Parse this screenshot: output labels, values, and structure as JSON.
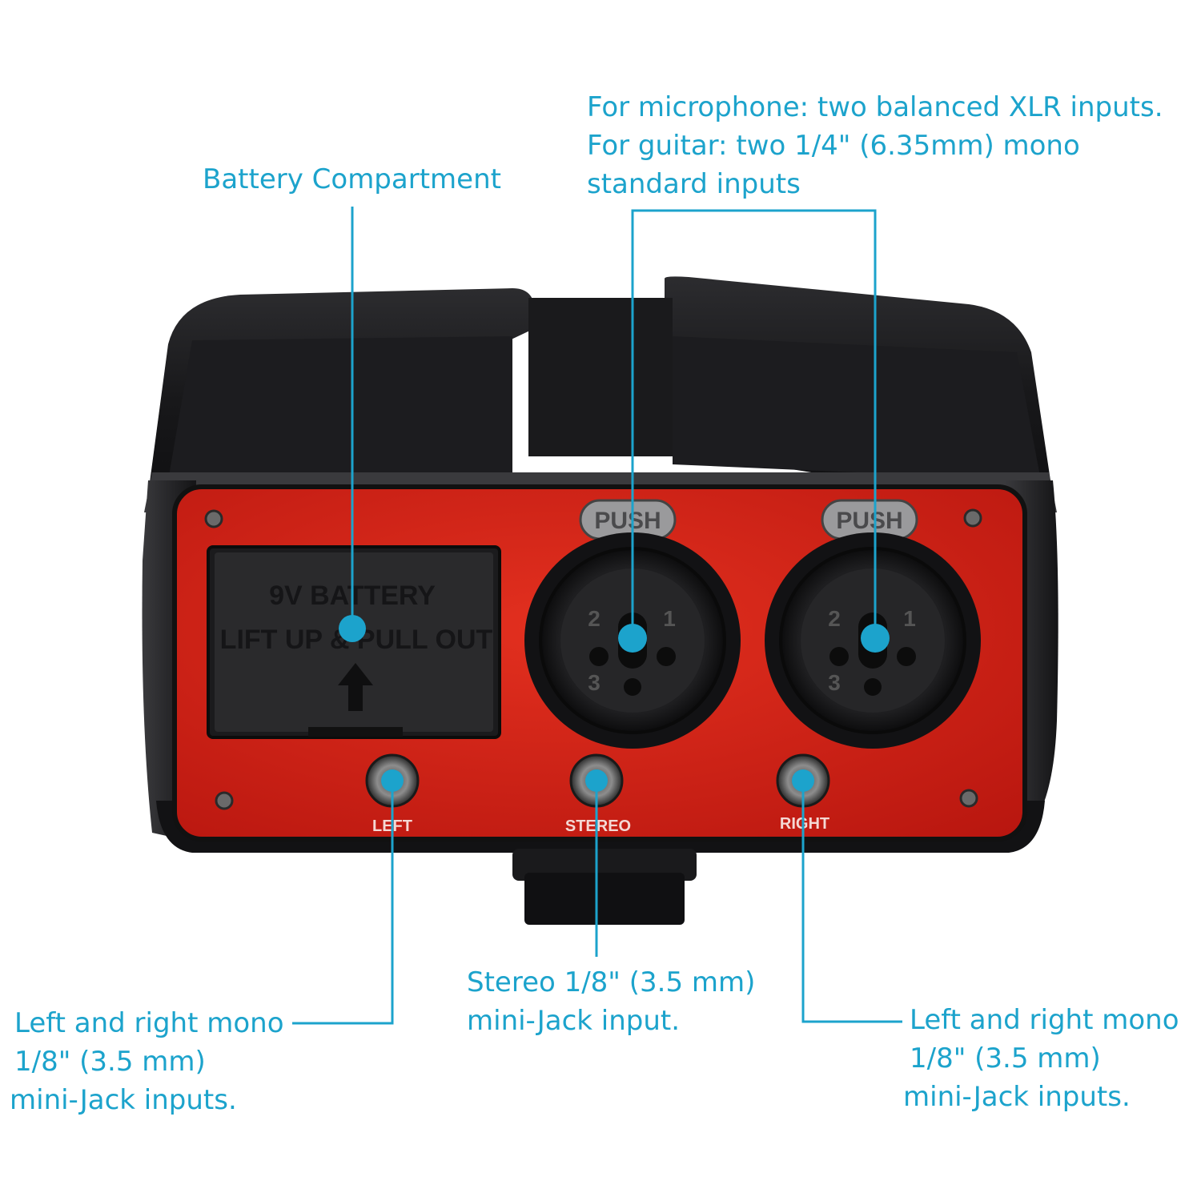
{
  "colors": {
    "accent": "#1ca3cc",
    "panel": "#d8241b",
    "body": "#202022"
  },
  "annotations": {
    "battery": {
      "line1": "Battery Compartment"
    },
    "xlr": {
      "line1": "For microphone: two balanced XLR inputs.",
      "line2": "For guitar: two 1/4\" (6.35mm) mono",
      "line3": "standard inputs"
    },
    "stereo": {
      "line1": "Stereo 1/8\" (3.5 mm)",
      "line2": "mini-Jack input."
    },
    "left_mono": {
      "line1": "Left and right mono",
      "line2": "1/8\" (3.5 mm)",
      "line3": "mini-Jack inputs."
    },
    "right_mono": {
      "line1": "Left and right mono",
      "line2": "1/8\" (3.5 mm)",
      "line3": "mini-Jack inputs."
    }
  },
  "device": {
    "battery_label_1": "9V BATTERY",
    "battery_label_2": "LIFT UP & PULL OUT",
    "push_label": "PUSH",
    "xlr_pin_1": "1",
    "xlr_pin_2": "2",
    "xlr_pin_3": "3",
    "jack_left": "LEFT",
    "jack_stereo": "STEREO",
    "jack_right": "RIGHT"
  }
}
